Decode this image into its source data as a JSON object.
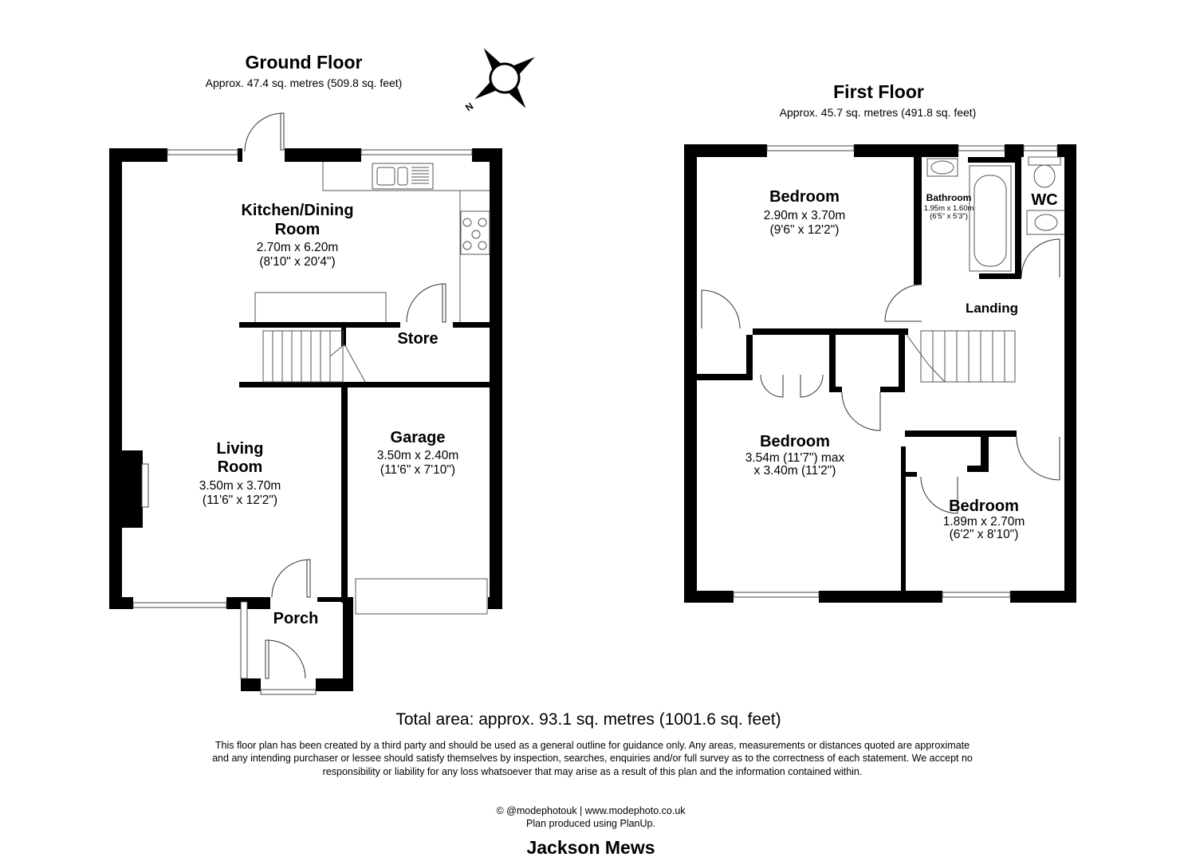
{
  "ground_floor": {
    "title": "Ground Floor",
    "area": "Approx. 47.4 sq. metres (509.8 sq. feet)",
    "rooms": {
      "kitchen": {
        "name_line1": "Kitchen/Dining",
        "name_line2": "Room",
        "dim_metric": "2.70m x 6.20m",
        "dim_imperial": "(8'10\" x 20'4\")"
      },
      "store": {
        "name": "Store"
      },
      "living": {
        "name_line1": "Living",
        "name_line2": "Room",
        "dim_metric": "3.50m x 3.70m",
        "dim_imperial": "(11'6\" x 12'2\")"
      },
      "garage": {
        "name": "Garage",
        "dim_metric": "3.50m x 2.40m",
        "dim_imperial": "(11'6\" x 7'10\")"
      },
      "porch": {
        "name": "Porch"
      }
    }
  },
  "first_floor": {
    "title": "First Floor",
    "area": "Approx. 45.7 sq. metres (491.8 sq. feet)",
    "rooms": {
      "bedroom1": {
        "name": "Bedroom",
        "dim_metric": "2.90m x 3.70m",
        "dim_imperial": "(9'6\" x 12'2\")"
      },
      "bathroom": {
        "name": "Bathroom",
        "dim_metric": "1.95m x 1.60m",
        "dim_imperial": "(6'5\" x 5'3\")"
      },
      "wc": {
        "name": "WC"
      },
      "landing": {
        "name": "Landing"
      },
      "bedroom2": {
        "name": "Bedroom",
        "dim_line1": "3.54m (11'7\") max",
        "dim_line2": "x 3.40m (11'2\")"
      },
      "bedroom3": {
        "name": "Bedroom",
        "dim_metric": "1.89m x 2.70m",
        "dim_imperial": "(6'2\" x 8'10\")"
      }
    }
  },
  "compass": {
    "label": "N"
  },
  "footer": {
    "total_area": "Total area: approx. 93.1 sq. metres (1001.6 sq. feet)",
    "disclaimer": "This floor plan has been created by a third party and should be used as a general outline for guidance only. Any areas, measurements or distances quoted are approximate and any intending purchaser or lessee should satisfy themselves by inspection, searches, enquiries and/or full survey as to the correctness of each statement. We accept no responsibility or liability for any loss whatsoever that may arise as a result of this plan and the information contained within.",
    "credit_line1": "© @modephotouk | www.modephoto.co.uk",
    "credit_line2": "Plan produced using PlanUp.",
    "address": "Jackson Mews"
  },
  "colors": {
    "wall": "#000000",
    "fixture": "#555555",
    "background": "#ffffff"
  }
}
